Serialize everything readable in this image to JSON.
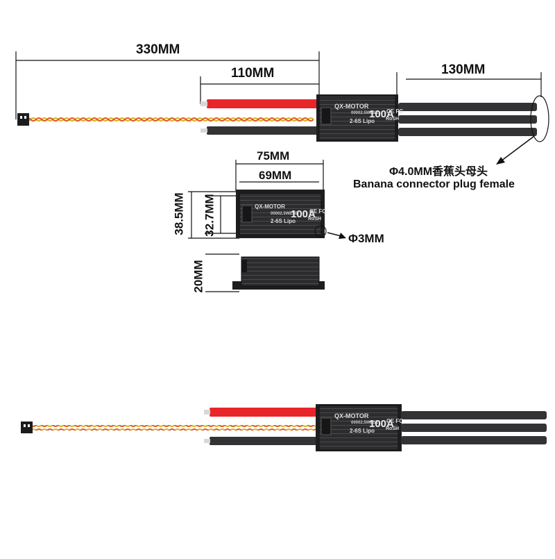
{
  "dimensions": {
    "total_length": "330MM",
    "power_wire_length": "110MM",
    "motor_wire_length": "130MM",
    "overall_width": "75MM",
    "body_width": "69MM",
    "overall_height": "38.5MM",
    "body_height": "32.7MM",
    "hole_diameter": "Φ3MM",
    "thickness": "20MM"
  },
  "connector_note": {
    "line_cn": "Φ4.0MM香蕉头母头",
    "line_en": "Banana connector plug female"
  },
  "esc_label": {
    "brand": "QX-MOTOR",
    "model_code": "00002.5WESE",
    "cells": "2-6S Lipo",
    "current": "100A",
    "cert": "CE FC",
    "rohs": "RoSH"
  },
  "colors": {
    "esc_body": "#2e2e30",
    "red_wire": "#e8262a",
    "black_wire": "#333335",
    "signal_wire_1": "#d9b51c",
    "signal_wire_2": "#e2572a"
  }
}
